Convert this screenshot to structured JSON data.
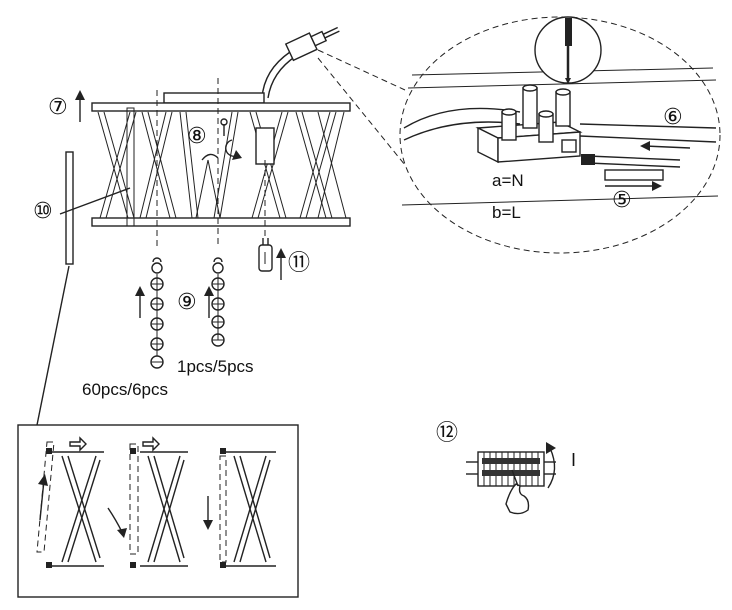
{
  "steps": {
    "s5": "⑤",
    "s6": "⑥",
    "s7": "⑦",
    "s8": "⑧",
    "s9": "⑨",
    "s10": "⑩",
    "s11": "⑪",
    "s12": "⑫"
  },
  "wiring": {
    "a_label": "a=N",
    "b_label": "b=L"
  },
  "quantities": {
    "crystals_small": "1pcs/5pcs",
    "crystals_large": "60pcs/6pcs"
  },
  "switch_label": "I",
  "icons": {
    "screwdriver": "screwdriver-icon",
    "hook": "hook-icon",
    "rotate": "rotate-arrow-icon",
    "bulb": "g9-bulb-icon",
    "hand": "hand-icon"
  }
}
